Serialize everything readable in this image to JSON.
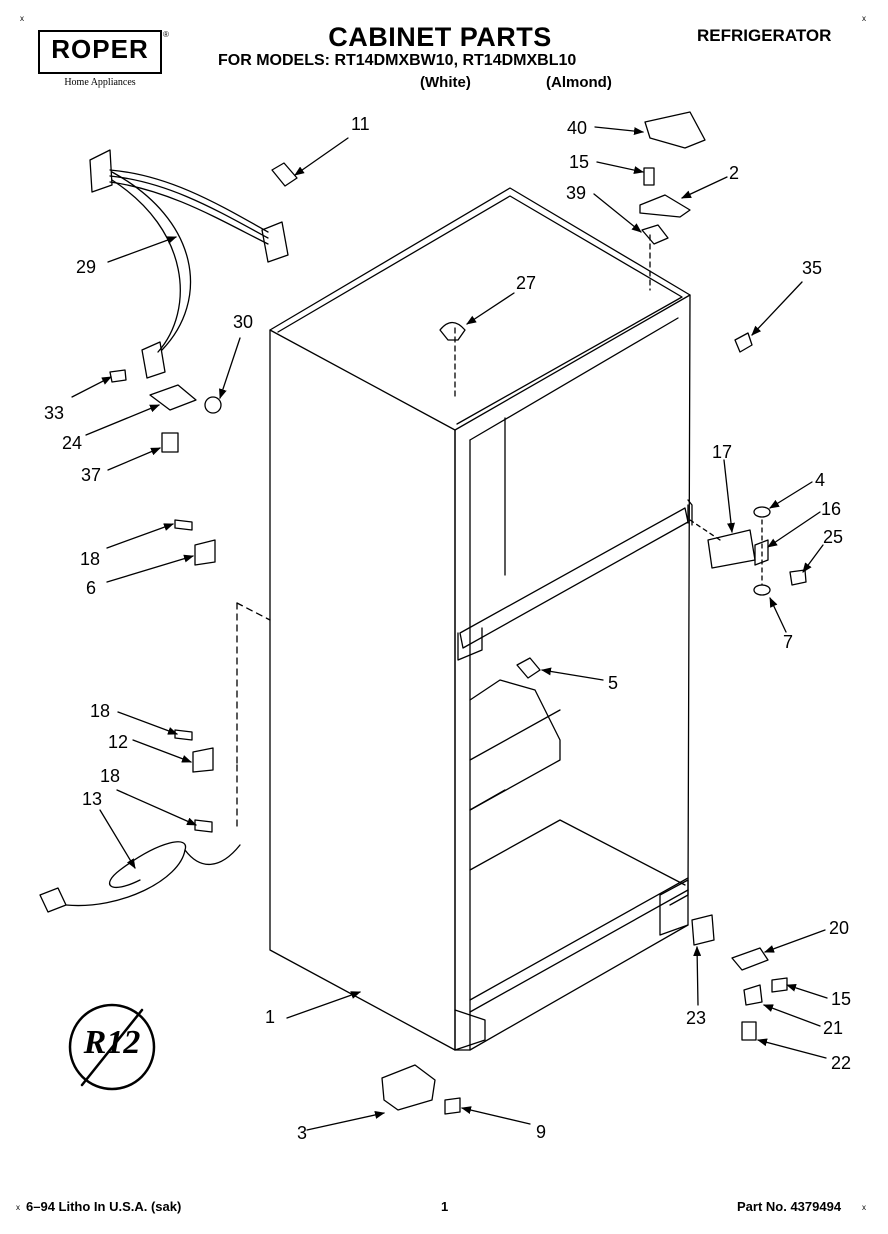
{
  "brand": {
    "name": "ROPER",
    "trademark": "®",
    "tagline": "Home Appliances"
  },
  "header": {
    "title": "CABINET PARTS",
    "models_line": "FOR MODELS: RT14DMXBW10, RT14DMXBL10",
    "variant_white": "(White)",
    "variant_almond": "(Almond)",
    "category": "REFRIGERATOR",
    "corner_mark": "x"
  },
  "callouts": [
    {
      "key": "c11",
      "label": "11"
    },
    {
      "key": "c40",
      "label": "40"
    },
    {
      "key": "c15a",
      "label": "15"
    },
    {
      "key": "c2",
      "label": "2"
    },
    {
      "key": "c39",
      "label": "39"
    },
    {
      "key": "c29",
      "label": "29"
    },
    {
      "key": "c27",
      "label": "27"
    },
    {
      "key": "c35",
      "label": "35"
    },
    {
      "key": "c30",
      "label": "30"
    },
    {
      "key": "c33",
      "label": "33"
    },
    {
      "key": "c24",
      "label": "24"
    },
    {
      "key": "c37",
      "label": "37"
    },
    {
      "key": "c17",
      "label": "17"
    },
    {
      "key": "c4",
      "label": "4"
    },
    {
      "key": "c16",
      "label": "16"
    },
    {
      "key": "c25",
      "label": "25"
    },
    {
      "key": "c18a",
      "label": "18"
    },
    {
      "key": "c6",
      "label": "6"
    },
    {
      "key": "c7",
      "label": "7"
    },
    {
      "key": "c5",
      "label": "5"
    },
    {
      "key": "c18b",
      "label": "18"
    },
    {
      "key": "c12",
      "label": "12"
    },
    {
      "key": "c18c",
      "label": "18"
    },
    {
      "key": "c13",
      "label": "13"
    },
    {
      "key": "c20",
      "label": "20"
    },
    {
      "key": "c15b",
      "label": "15"
    },
    {
      "key": "c1",
      "label": "1"
    },
    {
      "key": "c23",
      "label": "23"
    },
    {
      "key": "c21",
      "label": "21"
    },
    {
      "key": "c22",
      "label": "22"
    },
    {
      "key": "c3",
      "label": "3"
    },
    {
      "key": "c9",
      "label": "9"
    }
  ],
  "badge": {
    "text": "R12"
  },
  "footer": {
    "left": "6–94 Litho In U.S.A. (sak)",
    "page": "1",
    "part_no": "Part No. 4379494",
    "left_mark": "x",
    "right_mark": "x"
  }
}
